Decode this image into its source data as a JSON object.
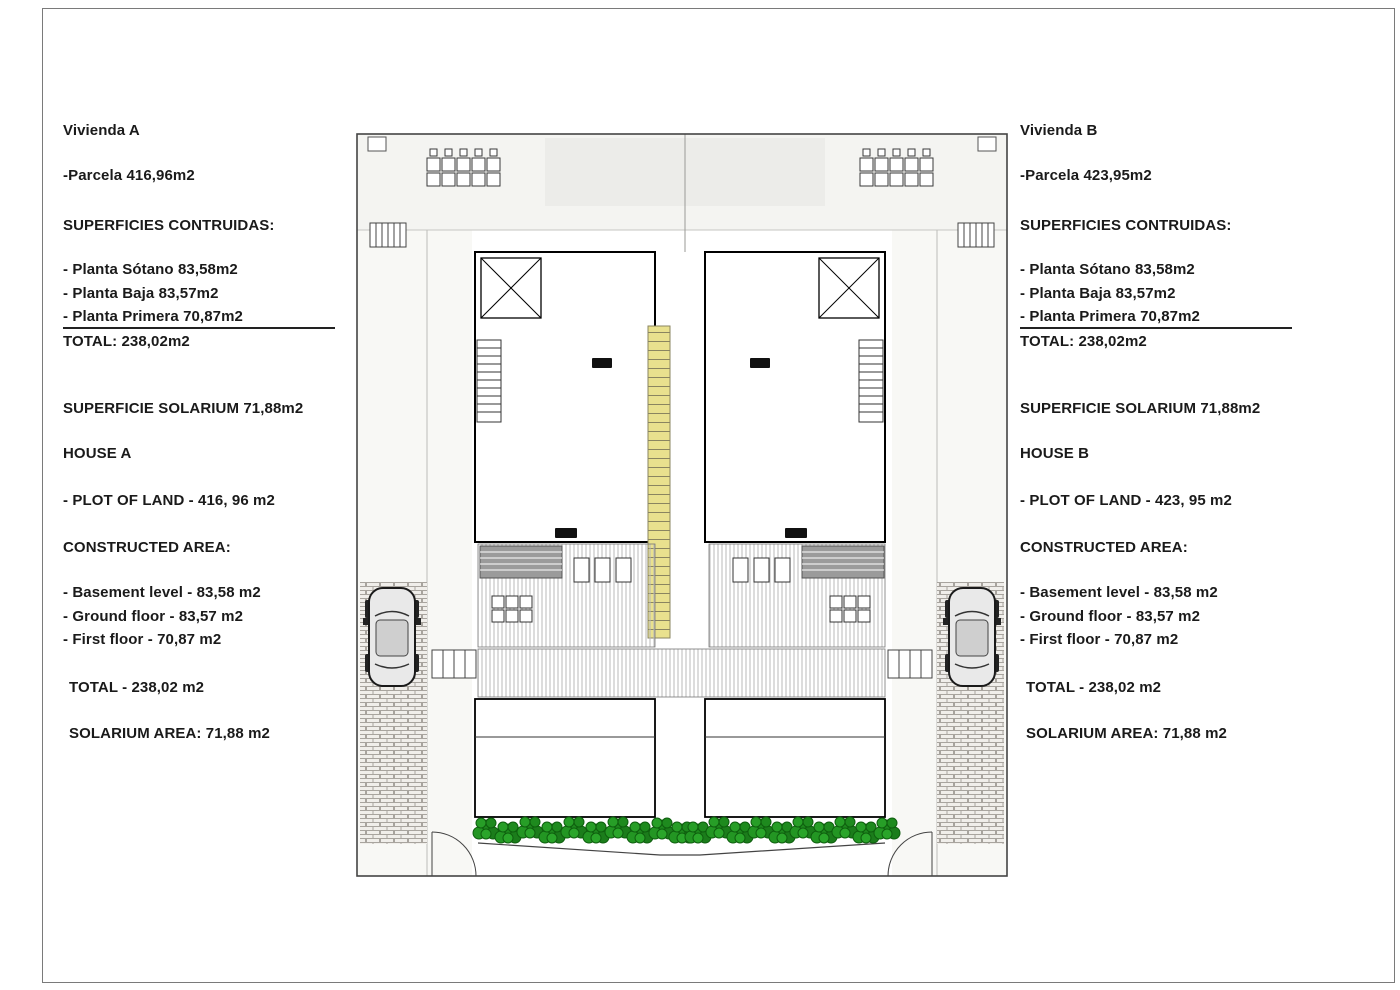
{
  "left_panel": {
    "title": "Vivienda A",
    "parcela": "-Parcela 416,96m2",
    "superficies_heading": "SUPERFICIES CONTRUIDAS:",
    "planta_sotano": "- Planta Sótano 83,58m2",
    "planta_baja": "- Planta Baja 83,57m2",
    "planta_primera": "- Planta Primera 70,87m2",
    "total_es": "TOTAL: 238,02m2",
    "superficie_solarium": "SUPERFICIE SOLARIUM 71,88m2",
    "house_title": "HOUSE A",
    "plot_of_land": "- PLOT OF LAND - 416, 96 m2",
    "constructed_heading": "CONSTRUCTED AREA:",
    "basement_level": "- Basement level - 83,58 m2",
    "ground_floor": "- Ground floor - 83,57 m2",
    "first_floor": "- First floor - 70,87 m2",
    "total_en": "TOTAL - 238,02 m2",
    "solarium_area": "SOLARIUM AREA: 71,88 m2"
  },
  "right_panel": {
    "title": "Vivienda B",
    "parcela": "-Parcela 423,95m2",
    "superficies_heading": "SUPERFICIES CONTRUIDAS:",
    "planta_sotano": "- Planta Sótano 83,58m2",
    "planta_baja": "- Planta Baja 83,57m2",
    "planta_primera": "- Planta Primera 70,87m2",
    "total_es": "TOTAL: 238,02m2",
    "superficie_solarium": "SUPERFICIE SOLARIUM 71,88m2",
    "house_title": "HOUSE B",
    "plot_of_land": "- PLOT OF LAND - 423, 95 m2",
    "constructed_heading": "CONSTRUCTED AREA:",
    "basement_level": "- Basement level - 83,58 m2",
    "ground_floor": "- Ground floor - 83,57 m2",
    "first_floor": "- First floor - 70,87 m2",
    "total_en": "TOTAL - 238,02 m2",
    "solarium_area": "SOLARIUM AREA: 71,88 m2"
  },
  "plan": {
    "colors": {
      "stair_highlight": "#e9e18e",
      "tree_green": "#1e8a1e",
      "hatch_gray": "#b8b8b8",
      "pergola_gray": "#9b9b9b",
      "line_black": "#1a1a1a"
    }
  }
}
